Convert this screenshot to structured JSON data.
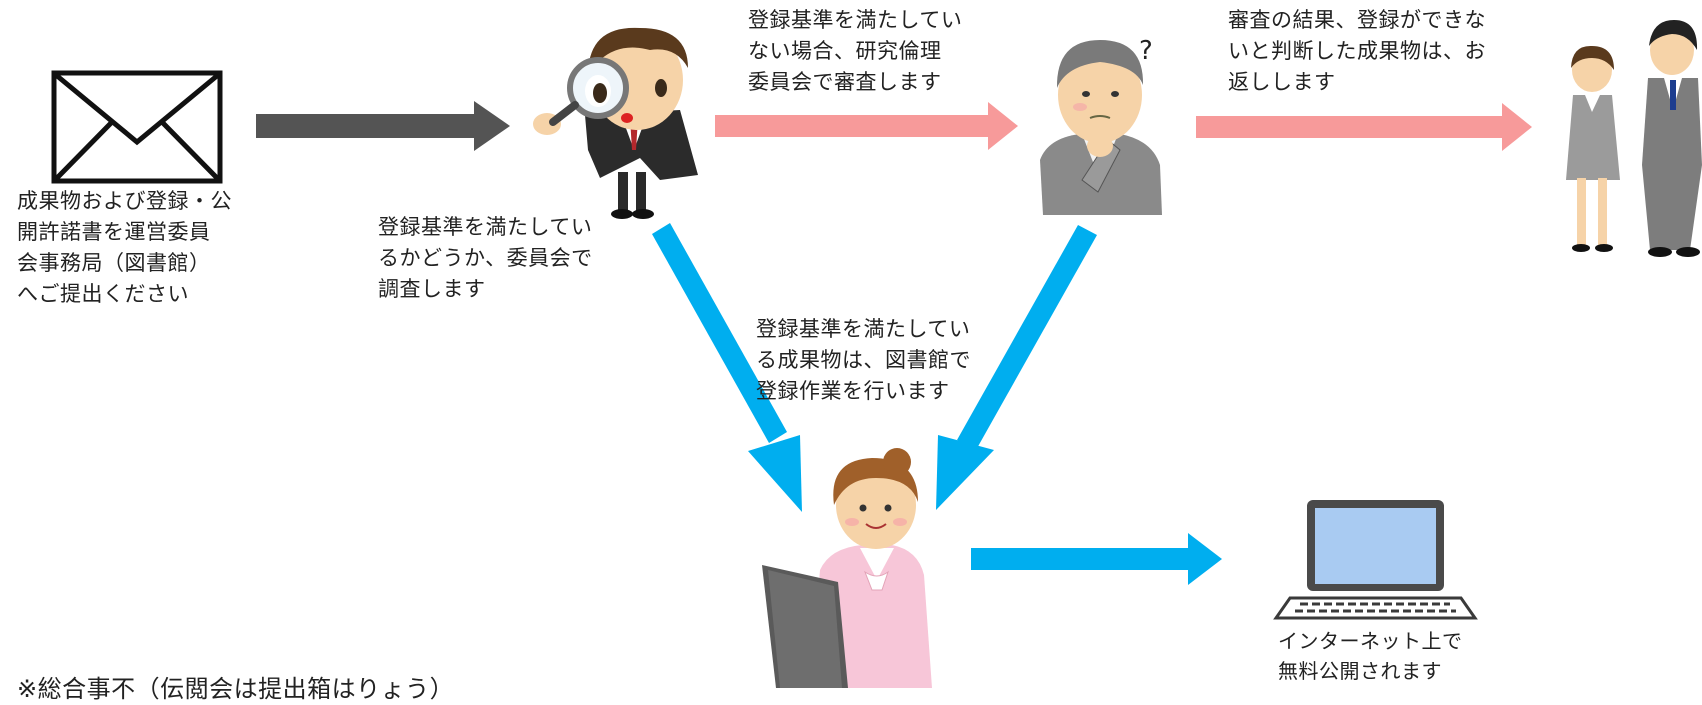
{
  "steps": {
    "submit": "成果物および登録・公\n開許諾書を運営委員\n会事務局（図書館）\nへご提出ください",
    "investigate": "登録基準を満たしてい\nるかどうか、委員会で\n調査します",
    "ethics_review": "登録基準を満たしてい\nない場合、研究倫理\n委員会で審査します",
    "return": "審査の結果、登録ができな\nいと判断した成果物は、お\n返しします",
    "register": "登録基準を満たしてい\nる成果物は、図書館で\n登録作業を行います",
    "publish": "インターネット上で\n無料公開されます"
  },
  "marks": {
    "question": "?"
  },
  "footer_fragment": "※総合事不（伝閲会は提出箱はりょう）",
  "colors": {
    "gray_arrow": "#545454",
    "pink_arrow": "#f79a9a",
    "blue_arrow": "#00aeef"
  },
  "icons": [
    "envelope-icon",
    "inspector-with-magnifier-icon",
    "thinking-man-icon",
    "bowing-people-icon",
    "librarian-at-laptop-icon",
    "laptop-icon"
  ]
}
